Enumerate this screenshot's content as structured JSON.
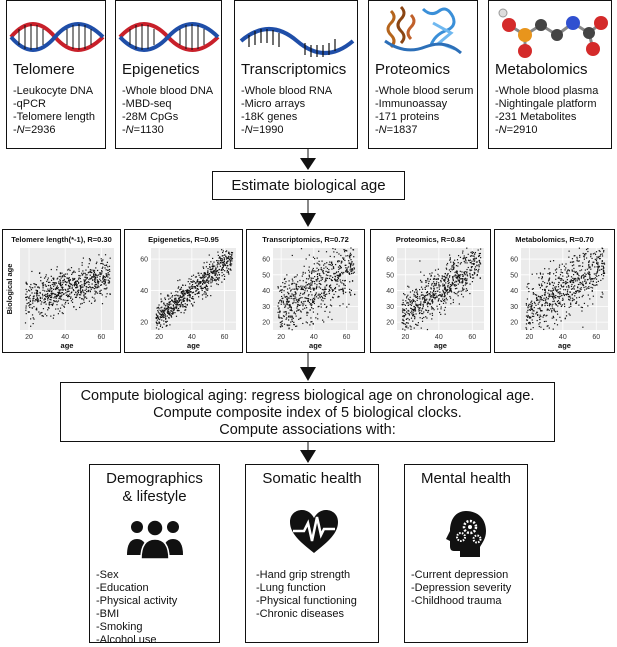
{
  "omics": [
    {
      "title": "Telomere",
      "lines": [
        "-Leukocyte DNA",
        "-qPCR",
        "-Telomere length"
      ],
      "n": "2936"
    },
    {
      "title": "Epigenetics",
      "lines": [
        "-Whole blood DNA",
        "-MBD-seq",
        "-28M CpGs"
      ],
      "n": "1130"
    },
    {
      "title": "Transcriptomics",
      "lines": [
        "-Whole blood RNA",
        "-Micro arrays",
        "-18K genes"
      ],
      "n": "1990"
    },
    {
      "title": "Proteomics",
      "lines": [
        "-Whole blood serum",
        "-Immunoassay",
        "-171 proteins"
      ],
      "n": "1837"
    },
    {
      "title": "Metabolomics",
      "lines": [
        "-Whole blood plasma",
        "-Nightingale platform",
        "-231 Metabolites"
      ],
      "n": "2910"
    }
  ],
  "n_prefix": "-",
  "n_label": "N",
  "n_eq": "=",
  "estimate_label": "Estimate biological age",
  "compute_lines": [
    "Compute biological aging: regress biological age on chronological age.",
    "Compute composite index of 5 biological clocks.",
    "Compute associations with:"
  ],
  "categories": [
    {
      "title_lines": [
        "Demographics",
        "& lifestyle"
      ],
      "icon": "people-group-icon",
      "items": [
        "-Sex",
        "-Education",
        "-Physical activity",
        "-BMI",
        "-Smoking",
        "-Alcohol use"
      ]
    },
    {
      "title_lines": [
        "Somatic health"
      ],
      "icon": "heart-pulse-icon",
      "items": [
        "-Hand grip strength",
        "-Lung function",
        "-Physical functioning",
        "-Chronic diseases"
      ]
    },
    {
      "title_lines": [
        "Mental health"
      ],
      "icon": "head-gears-icon",
      "items": [
        "-Current depression",
        "-Depression severity",
        "-Childhood trauma"
      ]
    }
  ],
  "chart_data": [
    {
      "type": "scatter",
      "title": "Telomere length(*-1), R=0.30",
      "xlabel": "age",
      "ylabel": "Biological age",
      "xlim": [
        15,
        67
      ],
      "x_ticks": [
        20,
        40,
        60
      ],
      "y_ticks": [],
      "r": 0.3
    },
    {
      "type": "scatter",
      "title": "Epigenetics, R=0.95",
      "xlabel": "age",
      "ylabel": "",
      "xlim": [
        15,
        67
      ],
      "ylim": [
        15,
        67
      ],
      "x_ticks": [
        20,
        40,
        60
      ],
      "y_ticks": [
        20,
        40,
        60
      ],
      "r": 0.95
    },
    {
      "type": "scatter",
      "title": "Transcriptomics, R=0.72",
      "xlabel": "age",
      "ylabel": "",
      "xlim": [
        15,
        67
      ],
      "ylim": [
        15,
        67
      ],
      "x_ticks": [
        20,
        40,
        60
      ],
      "y_ticks": [
        20,
        30,
        40,
        50,
        60
      ],
      "r": 0.72
    },
    {
      "type": "scatter",
      "title": "Proteomics, R=0.84",
      "xlabel": "age",
      "ylabel": "",
      "xlim": [
        15,
        67
      ],
      "ylim": [
        15,
        67
      ],
      "x_ticks": [
        20,
        40,
        60
      ],
      "y_ticks": [
        20,
        30,
        40,
        50,
        60
      ],
      "r": 0.84
    },
    {
      "type": "scatter",
      "title": "Metabolomics, R=0.70",
      "xlabel": "age",
      "ylabel": "",
      "xlim": [
        15,
        67
      ],
      "ylim": [
        15,
        67
      ],
      "x_ticks": [
        20,
        40,
        60
      ],
      "y_ticks": [
        20,
        30,
        40,
        50,
        60
      ],
      "r": 0.7
    }
  ]
}
